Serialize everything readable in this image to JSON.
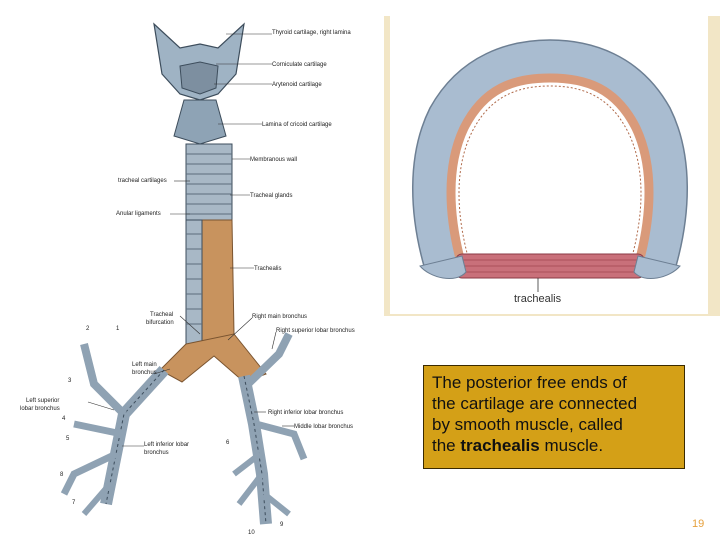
{
  "figure_left": {
    "labels": {
      "thyroid": "Thyroid cartilage, right lamina",
      "corniculate": "Corniculate cartilage",
      "arytenoid": "Arytenoid cartilage",
      "lamina_cricoid": "Lamina of cricoid cartilage",
      "membranous": "Membranous wall",
      "tracheal_cart": "tracheal cartilages",
      "tracheal_glands": "Tracheal glands",
      "anular": "Anular ligaments",
      "trachealis": "Trachealis",
      "tracheal_bif_1": "Tracheal",
      "tracheal_bif_2": "bifurcation",
      "right_main": "Right main bronchus",
      "right_sup": "Right superior lobar bronchus",
      "left_main_1": "Left main",
      "left_main_2": "bronchus",
      "left_sup_1": "Left superior",
      "left_sup_2": "lobar bronchus",
      "right_inf": "Right inferior lobar bronchus",
      "middle": "Middle lobar bronchus",
      "left_inf_1": "Left inferior lobar",
      "left_inf_2": "bronchus"
    },
    "numbers": [
      "1",
      "2",
      "3",
      "4",
      "5",
      "6",
      "7",
      "8",
      "9",
      "10"
    ]
  },
  "figure_right": {
    "label": "trachealis"
  },
  "callout": {
    "line1": "The posterior free ends of",
    "line2": "the cartilage are connected",
    "line3": "by smooth muscle, called",
    "line4_pre": "the ",
    "line4_bold": "trachealis",
    "line4_post": " muscle."
  },
  "page_number": "19"
}
